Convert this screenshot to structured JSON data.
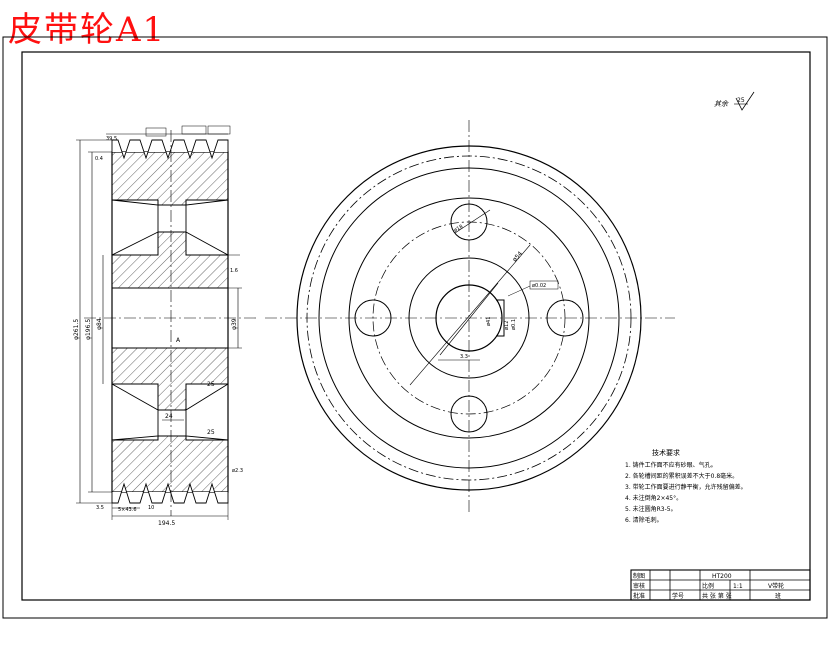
{
  "title": "皮带轮A1",
  "roughness": {
    "label": "其余",
    "value": "25"
  },
  "left_view_dims": {
    "d_outer": "φ261.5",
    "d_pitch": "φ196.5",
    "d_hub_outer": "φ84",
    "d_bore": "φ39",
    "hub_width": "24",
    "spoke_top": "25",
    "spoke_bottom": "25",
    "groove_top": "39.5",
    "groove_small": "0.4",
    "groove_pitch": "5×43.6",
    "total_width": "194.5",
    "step_a": "3.5",
    "step_b": "10",
    "tol_a": "ø2.3",
    "side_right": "1.6",
    "center_mark": "A"
  },
  "right_view_dims": {
    "hole_small": "ø18",
    "pcd": "ø54",
    "hole_pitch": "ø0.02",
    "bore": "ø41",
    "key": "ø12",
    "key_tol": "ø0.1",
    "bore_tol": "3.3"
  },
  "notes": {
    "heading": "技术要求",
    "items": [
      "1. 铸件工作面不应有砂眼、气孔。",
      "2. 各轮槽间距的累积误差不大于0.8毫米。",
      "3. 带轮工作面要进行静平衡，允许残留偏差。",
      "4. 未注倒角2×45°。",
      "5. 未注圆角R3-5。",
      "6. 清除毛刺。"
    ]
  },
  "title_block": {
    "part_code": "HT200",
    "scale_label": "比例",
    "scale_value": "1:1",
    "name": "V带轮",
    "drawn": "制图",
    "checked": "审核",
    "approved": "批准",
    "sheet_label": "共 张 第 张",
    "school": "班",
    "student_no": "学号"
  }
}
